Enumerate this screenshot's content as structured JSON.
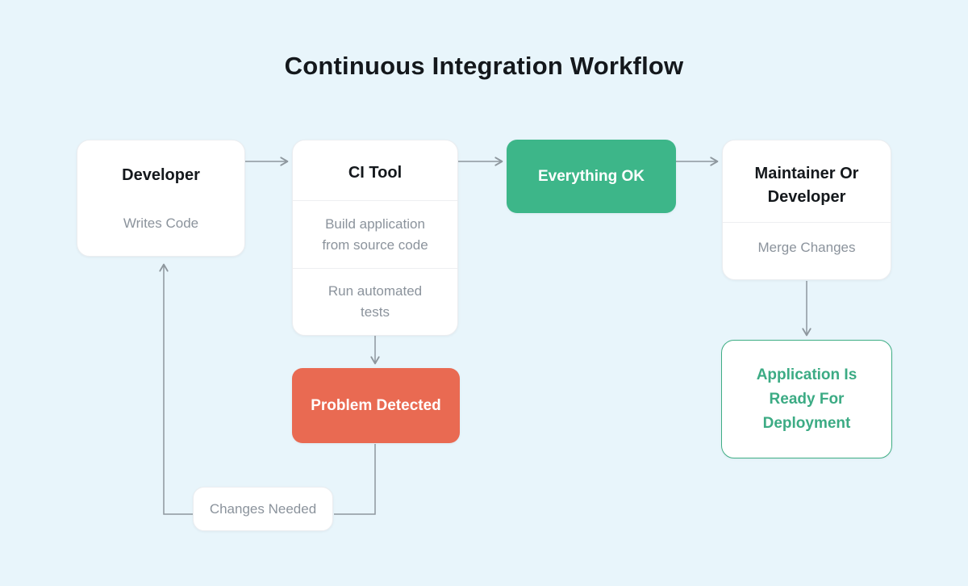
{
  "page": {
    "title": "Continuous Integration Workflow"
  },
  "nodes": {
    "developer": {
      "title": "Developer",
      "subtitle": "Writes Code"
    },
    "ci_tool": {
      "title": "CI Tool",
      "step1": "Build application from source code",
      "step2": "Run automated tests"
    },
    "everything_ok": {
      "label": "Everything OK"
    },
    "maintainer": {
      "title": "Maintainer Or Developer",
      "subtitle": "Merge Changes"
    },
    "problem_detected": {
      "label": "Problem Detected"
    },
    "application_ready": {
      "label": "Application Is Ready For Deployment"
    },
    "changes_needed": {
      "label": "Changes Needed"
    }
  },
  "edges": [
    {
      "from": "developer",
      "to": "ci_tool"
    },
    {
      "from": "ci_tool",
      "to": "everything_ok"
    },
    {
      "from": "everything_ok",
      "to": "maintainer"
    },
    {
      "from": "ci_tool",
      "to": "problem_detected"
    },
    {
      "from": "maintainer",
      "to": "application_ready"
    },
    {
      "from": "problem_detected",
      "to": "changes_needed"
    },
    {
      "from": "changes_needed",
      "to": "developer"
    }
  ],
  "colors": {
    "background": "#e8f5fb",
    "success_green": "#3db689",
    "error_coral": "#e96a52",
    "node_white": "#ffffff",
    "text_dark": "#14181c",
    "text_gray": "#8b939c",
    "connector_gray": "#8e979e",
    "ready_border_green": "#3fae85",
    "ready_text_green": "#3cab84"
  }
}
